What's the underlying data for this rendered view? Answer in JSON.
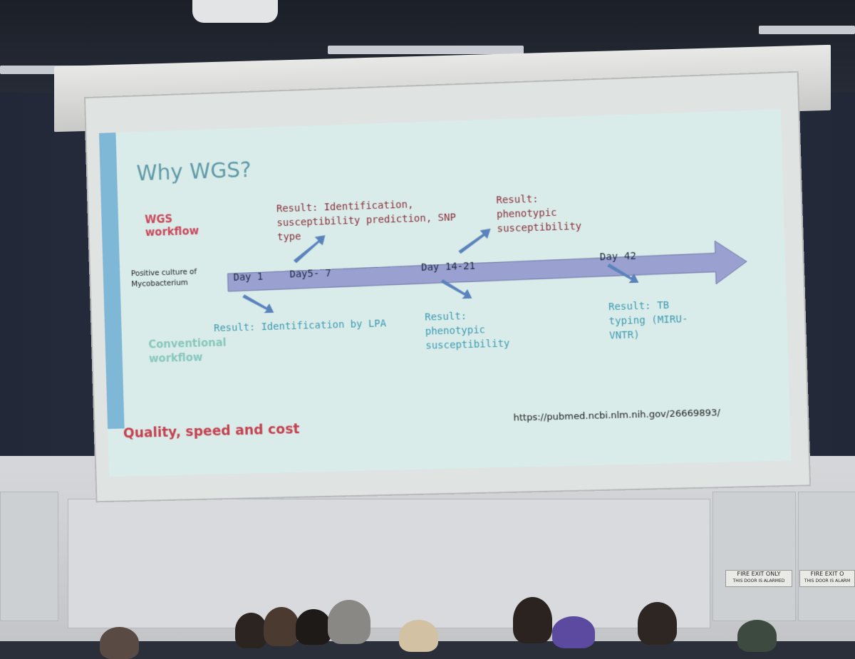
{
  "slide": {
    "title": "Why WGS?",
    "wgs_label": "WGS workflow",
    "conventional_label": "Conventional workflow",
    "culture_label": "Positive culture of Mycobacterium",
    "days": [
      "Day 1",
      "Day5- 7",
      "Day 14-21",
      "Day 42"
    ],
    "wgs_results": [
      "Result: Identification, susceptibility prediction, SNP type",
      "Result: phenotypic susceptibility"
    ],
    "conventional_results": [
      "Result: Identification by LPA",
      "Result: phenotypic susceptibility",
      "Result: TB typing (MIRU-VNTR)"
    ],
    "footer": "Quality, speed and cost",
    "source_url": "https://pubmed.ncbi.nlm.nih.gov/26669893/"
  },
  "room": {
    "fire_exit_1": "FIRE EXIT ONLY",
    "fire_exit_1_sub": "THIS DOOR IS ALARMED",
    "fire_exit_2": "FIRE EXIT O",
    "fire_exit_2_sub": "THIS DOOR IS ALARM"
  },
  "colors": {
    "slide_background": "#d9ece9",
    "title": "#5f9aa8",
    "wgs": "#c9475a",
    "conventional": "#87c7bd",
    "arrow": "#8e96c6"
  }
}
